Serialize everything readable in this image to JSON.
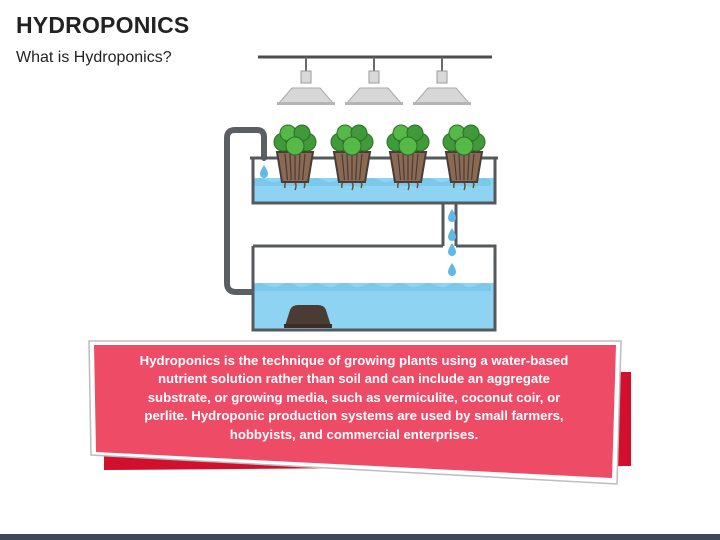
{
  "header": {
    "title": "HYDROPONICS",
    "subtitle": "What is Hydroponics?"
  },
  "description": "Hydroponics is the technique of growing plants using a water-based nutrient solution rather than soil and can include an aggregate substrate, or growing media, such as vermiculite, coconut coir, or perlite. Hydroponic production systems are used by small farmers, hobbyists, and commercial enterprises.",
  "colors": {
    "accent_red": "#ee4b66",
    "shadow_red": "#d2102e",
    "water": "#8fd3f2",
    "pipe": "#5b5f63"
  },
  "icons": [
    "grow-lamp-icon",
    "plant-pot-icon",
    "water-pump-icon",
    "water-drop-icon"
  ]
}
